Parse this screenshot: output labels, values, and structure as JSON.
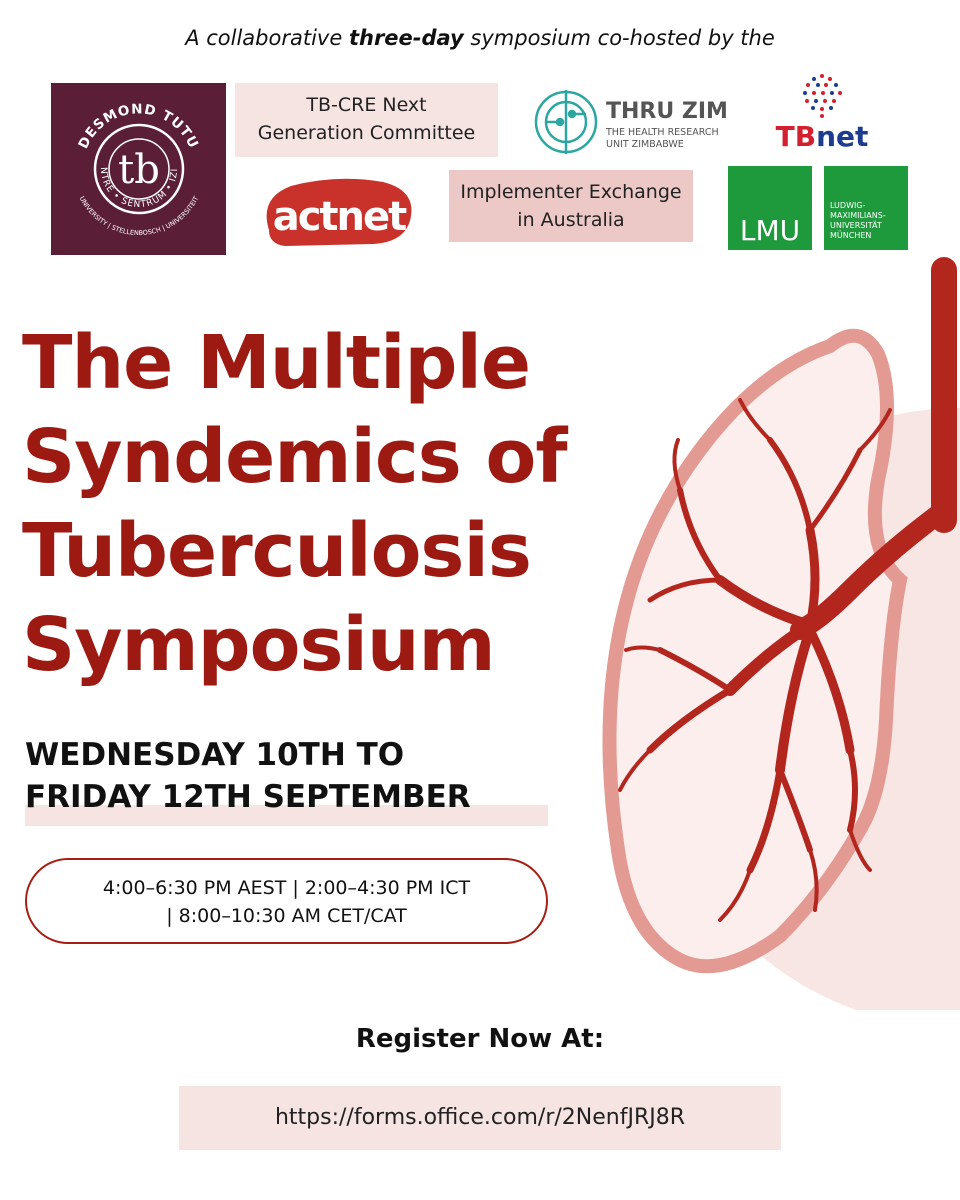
{
  "header": {
    "tagline_pre": "A collaborative ",
    "tagline_bold": "three-day",
    "tagline_post": " symposium co-hosted by the"
  },
  "logos": {
    "desmond_tutu": {
      "top_arc": "DESMOND TUTU",
      "mono": "tb",
      "mid_arc": "CENTRE • SENTRUM • IZIKO",
      "bottom_arc": "UNIVERSITY | STELLENBOSCH | UNIVERSITEIT"
    },
    "tbcre_line1": "TB-CRE Next",
    "tbcre_line2": "Generation Committee",
    "actnet": "actnet",
    "thruzim_name": "THRU ZIM",
    "thruzim_sub1": "THE HEALTH RESEARCH",
    "thruzim_sub2": "UNIT ZIMBABWE",
    "tbnet": "TBnet",
    "implementer_line1": "Implementer Exchange",
    "implementer_line2": "in Australia",
    "lmu": "LMU",
    "lmu_sub": [
      "LUDWIG-",
      "MAXIMILIANS-",
      "UNIVERSITÄT",
      "MÜNCHEN"
    ]
  },
  "event": {
    "title_lines": [
      "The Multiple",
      "Syndemics of",
      "Tuberculosis",
      "Symposium"
    ],
    "date_line1": "WEDNESDAY 10TH TO",
    "date_line2": "FRIDAY 12TH SEPTEMBER",
    "time_line1": "4:00–6:30 PM AEST | 2:00–4:30 PM ICT",
    "time_line2": "| 8:00–10:30 AM CET/CAT"
  },
  "registration": {
    "label": "Register Now At:",
    "url": "https://forms.office.com/r/2NenfJRJ8R"
  },
  "colors": {
    "brand_red": "#9c1a12",
    "maroon": "#5b1e37",
    "pale_pink": "#f5e4e1",
    "teal": "#2ba6a0",
    "lmu_green": "#1e9a3c",
    "tbnet_red": "#d2202f",
    "tbnet_blue": "#1d3c8f"
  }
}
